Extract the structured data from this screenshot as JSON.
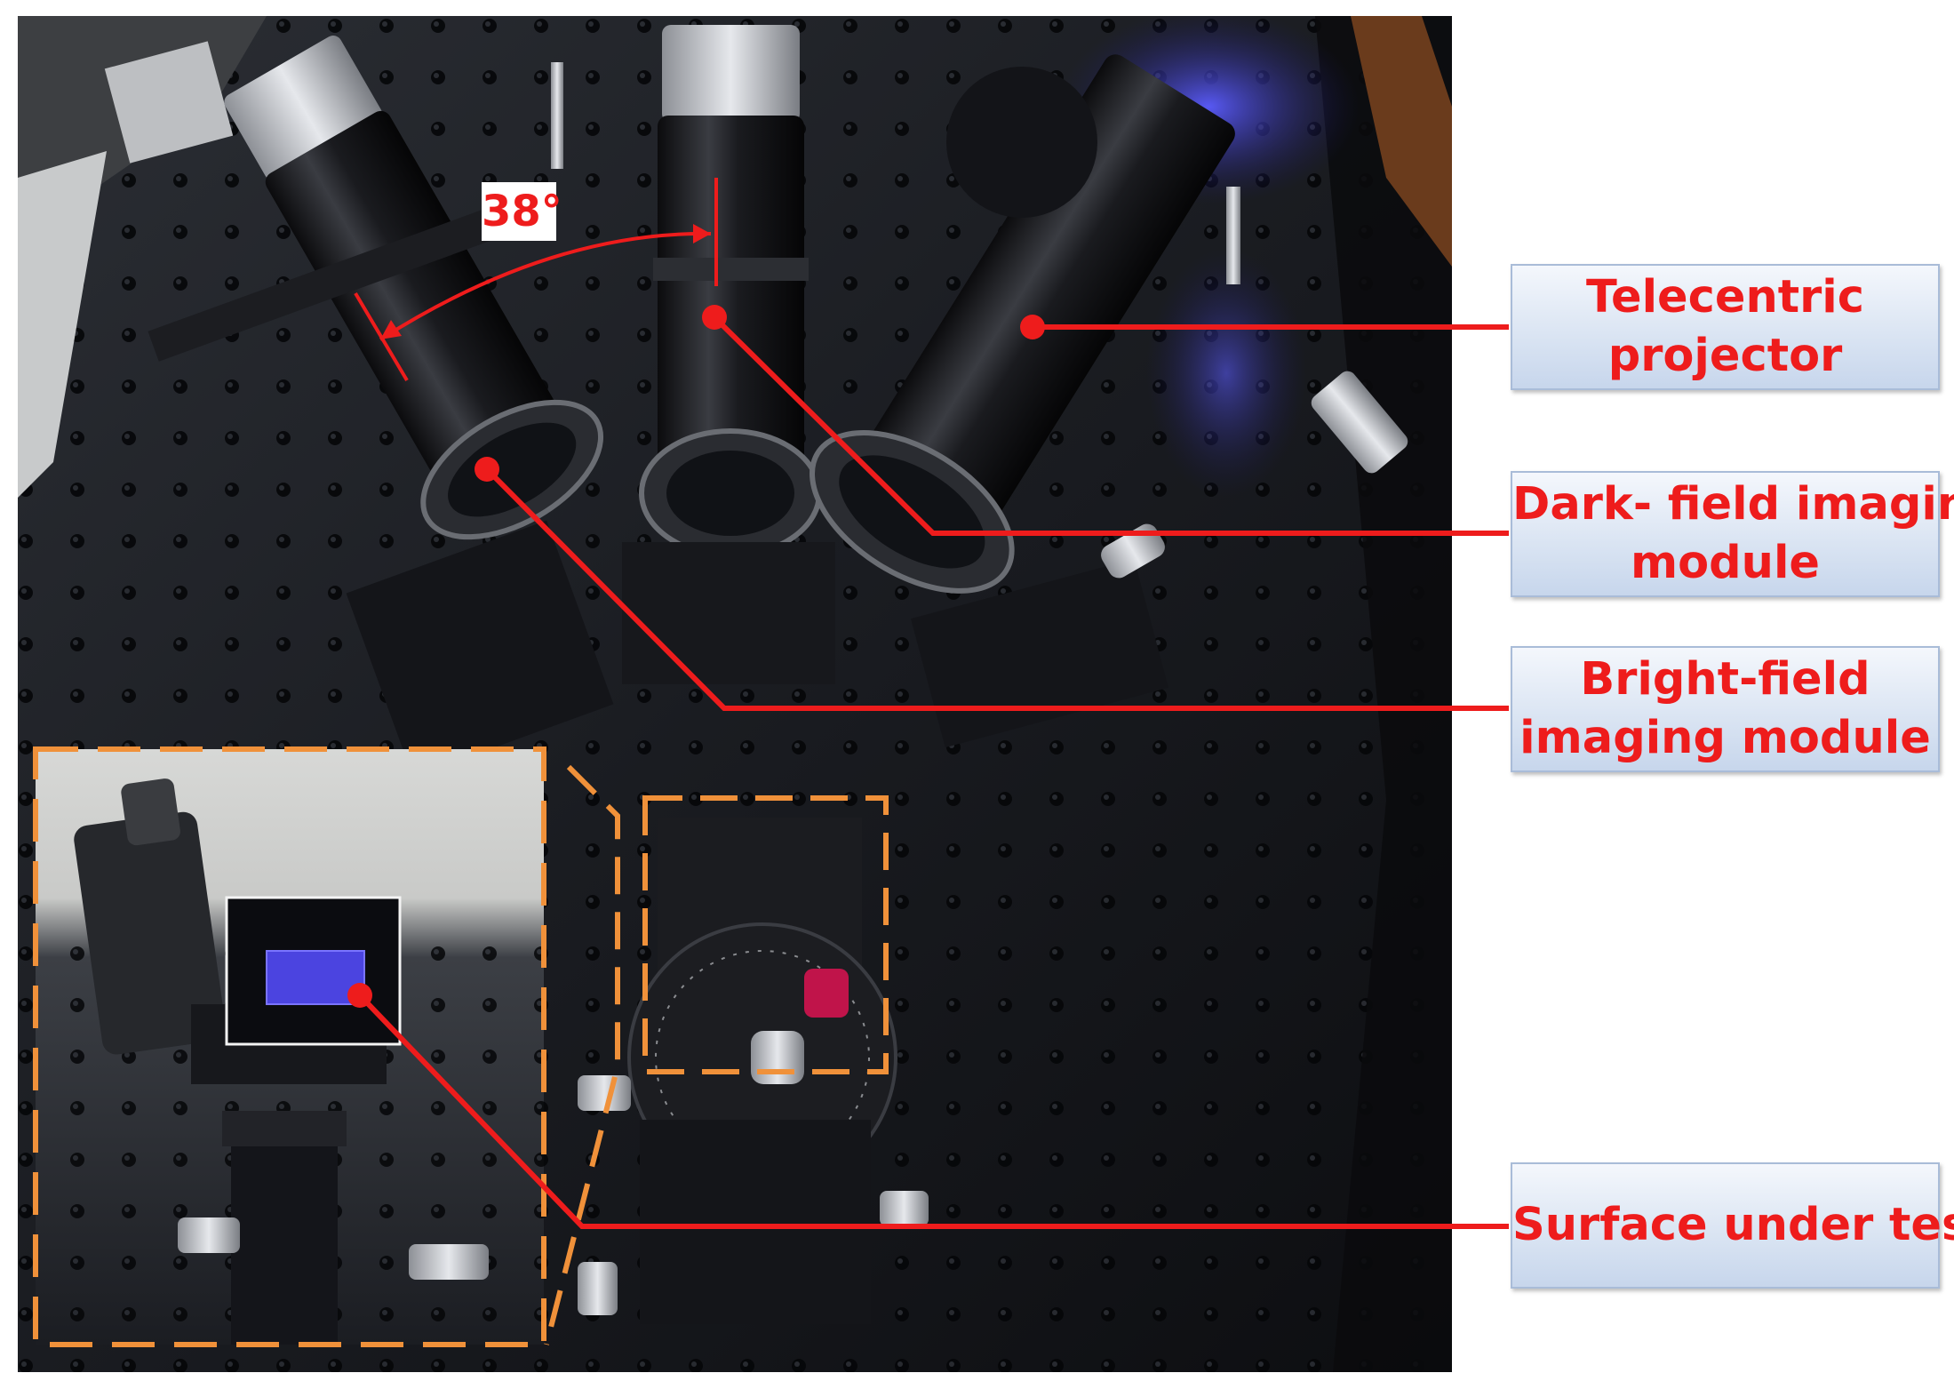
{
  "figure": {
    "angle_label": "38°",
    "labels": [
      {
        "id": "telecentric-projector",
        "lines": [
          "Telecentric",
          "projector"
        ]
      },
      {
        "id": "dark-field-module",
        "lines": [
          "Dark- field imaging",
          "module"
        ]
      },
      {
        "id": "bright-field-module",
        "lines": [
          "Bright-field",
          "imaging module"
        ]
      },
      {
        "id": "surface-under-test",
        "lines": [
          "Surface under test"
        ]
      }
    ],
    "colors": {
      "annotation_red": "#ee1c1c",
      "inset_frame_orange": "#f0913a",
      "label_box_fill": "#dbe5f3",
      "table_black": "#111317"
    }
  }
}
